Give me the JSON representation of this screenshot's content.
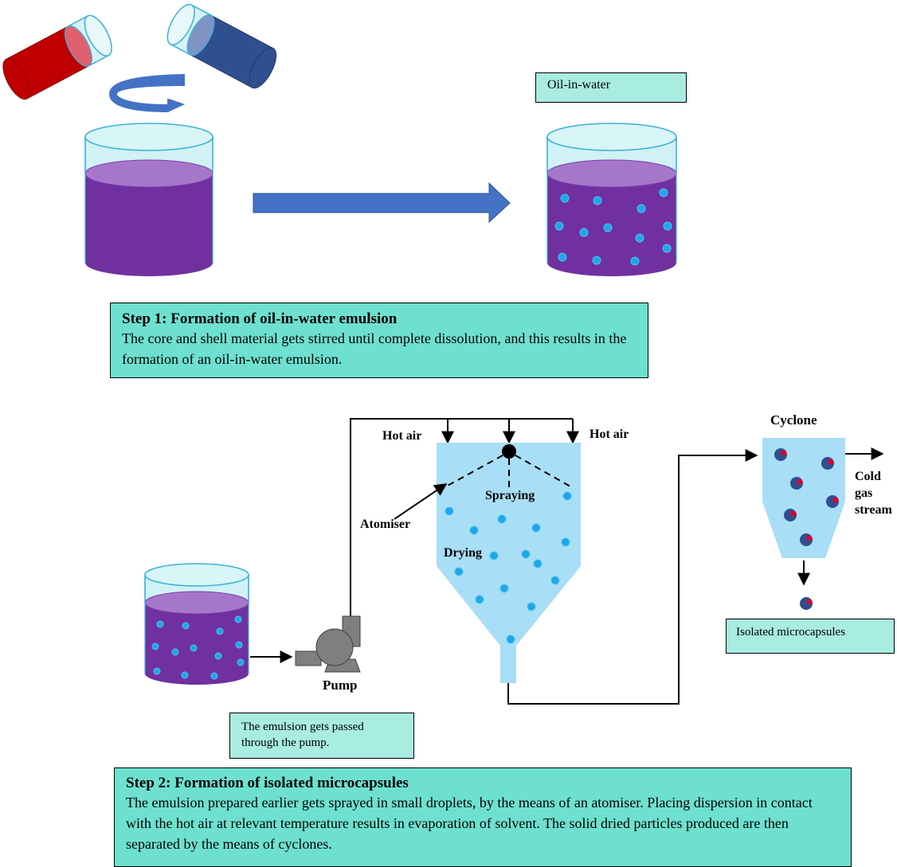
{
  "top": {
    "oil_in_water_label": "Oil-in-water"
  },
  "step1": {
    "title": "Step 1: Formation of oil-in-water emulsion",
    "body": "The core and shell material gets stirred until complete dissolution, and this results in the formation of an oil-in-water emulsion."
  },
  "process": {
    "hot_air_left": "Hot air",
    "hot_air_right": "Hot air",
    "spraying": "Spraying",
    "atomiser": "Atomiser",
    "drying": "Drying",
    "pump": "Pump",
    "cyclone": "Cyclone",
    "cold_gas_1": "Cold",
    "cold_gas_2": "gas",
    "cold_gas_3": "stream",
    "pump_note_1": "The emulsion gets passed",
    "pump_note_2": "through the pump.",
    "isolated": "Isolated microcapsules"
  },
  "step2": {
    "title": "Step 2: Formation of isolated microcapsules",
    "body": "The emulsion prepared earlier gets sprayed in small droplets, by the means of an atomiser. Placing dispersion in contact with the hot air at relevant temperature results in evaporation of solvent. The solid dried particles produced are then separated by the means of cyclones."
  },
  "colors": {
    "red_vial": "#c00000",
    "blue_vial": "#2f4f8f",
    "beaker_liquid": "#7030a0",
    "droplet": "#1ea7e8",
    "dryer": "#a8def6",
    "arrow_blue": "#4472c4",
    "text_box_light": "#a8ece2",
    "text_box_teal": "#6ee0cf"
  }
}
